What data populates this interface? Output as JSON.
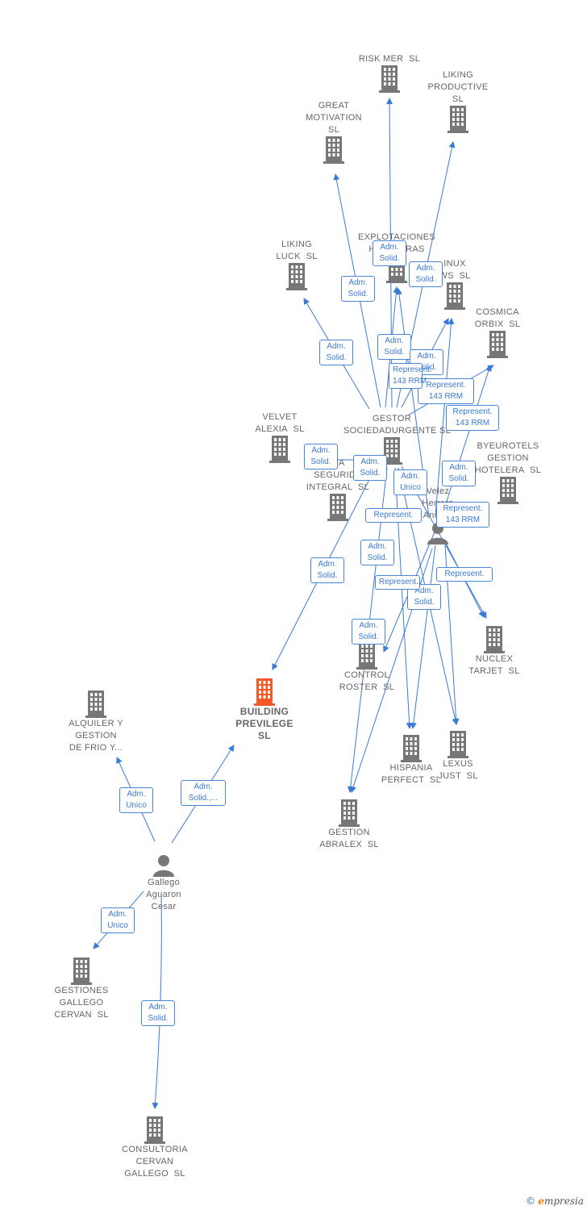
{
  "colors": {
    "edge": "#3a7bd5",
    "building": "#777777",
    "center_building": "#f15a24",
    "person": "#777777",
    "label": "#666666"
  },
  "nodes": [
    {
      "id": "risk",
      "type": "company",
      "label": "RISK MER  SL"
    },
    {
      "id": "likingprod",
      "type": "company",
      "label": "LIKING PRODUCTIVE SL"
    },
    {
      "id": "great",
      "type": "company",
      "label": "GREAT MOTIVATION SL"
    },
    {
      "id": "explot",
      "type": "company",
      "label": "EXPLOTACIONES HOTELERAS"
    },
    {
      "id": "likingluck",
      "type": "company",
      "label": "LIKING LUCK  SL"
    },
    {
      "id": "inux",
      "type": "company",
      "label": "INUX WS  SL"
    },
    {
      "id": "cosmica",
      "type": "company",
      "label": "COSMICA ORBIX  SL"
    },
    {
      "id": "gestor",
      "type": "company",
      "label": "GESTOR SOCIEDADURGENTE SL"
    },
    {
      "id": "velvet",
      "type": "company",
      "label": "VELVET ALEXIA  SL"
    },
    {
      "id": "seguridad",
      "type": "company",
      "label": "LIA SEGURIDA INTEGRAL  SL"
    },
    {
      "id": "byeurotels",
      "type": "company",
      "label": "BYEUROTELS GESTION HOTELERA  SL"
    },
    {
      "id": "person2",
      "type": "person",
      "label": "Velez Herrera Andres"
    },
    {
      "id": "building",
      "type": "company",
      "label": "BUILDING PREVILEGE SL",
      "center": true
    },
    {
      "id": "control",
      "type": "company",
      "label": "CONTROL ROSTER  SL"
    },
    {
      "id": "nuclex",
      "type": "company",
      "label": "NUCLEX TARJET  SL"
    },
    {
      "id": "hispania",
      "type": "company",
      "label": "HISPANIA PERFECT  SL"
    },
    {
      "id": "lexus",
      "type": "company",
      "label": "LEXUS JUST  SL"
    },
    {
      "id": "alquiler",
      "type": "company",
      "label": "ALQUILER Y GESTION DE FRIO Y..."
    },
    {
      "id": "abralex",
      "type": "company",
      "label": "GESTION ABRALEX  SL"
    },
    {
      "id": "gallego",
      "type": "person",
      "label": "Gallego Aguaron Cesar"
    },
    {
      "id": "gestiones",
      "type": "company",
      "label": "GESTIONES GALLEGO CERVAN  SL"
    },
    {
      "id": "consultoria",
      "type": "company",
      "label": "CONSULTORIA CERVAN GALLEGO  SL"
    }
  ],
  "edges": [
    {
      "from": "gallego",
      "to": "building",
      "label": "Adm. Solid.,..."
    },
    {
      "from": "gallego",
      "to": "alquiler",
      "label": "Adm. Unico"
    },
    {
      "from": "gallego",
      "to": "gestiones",
      "label": "Adm. Unico"
    },
    {
      "from": "gallego",
      "to": "consultoria",
      "label": "Adm. Solid."
    },
    {
      "from": "gestor",
      "to": "building",
      "label": "Adm. Solid."
    },
    {
      "from": "gestor",
      "to": "likingluck",
      "label": "Adm. Solid."
    },
    {
      "from": "gestor",
      "to": "great",
      "label": "Adm. Solid."
    },
    {
      "from": "gestor",
      "to": "risk",
      "label": "Adm. Solid."
    },
    {
      "from": "gestor",
      "to": "likingprod",
      "label": "Adm. Solid."
    },
    {
      "from": "gestor",
      "to": "explot",
      "label": "Adm. Solid."
    },
    {
      "from": "gestor",
      "to": "inux",
      "label": "Adm. Solid."
    },
    {
      "from": "gestor",
      "to": "cosmica",
      "label": "Represent. 143 RRM"
    },
    {
      "from": "gestor",
      "to": "velvet",
      "label": "Adm. Solid."
    },
    {
      "from": "gestor",
      "to": "abralex",
      "label": "Adm. Solid."
    },
    {
      "from": "gestor",
      "to": "hispania",
      "label": "Adm. Solid."
    },
    {
      "from": "gestor",
      "to": "lexus",
      "label": "Adm. Solid."
    },
    {
      "from": "gestor",
      "to": "nuclex",
      "label": "Represent."
    },
    {
      "from": "person2",
      "to": "explot",
      "label": "Represent. 143 RRM"
    },
    {
      "from": "person2",
      "to": "inux",
      "label": "Represent. 143 RRM"
    },
    {
      "from": "person2",
      "to": "cosmica",
      "label": "Adm. Solid."
    },
    {
      "from": "person2",
      "to": "control",
      "label": "Adm. Unico"
    },
    {
      "from": "person2",
      "to": "nuclex",
      "label": "Represent. 143 RRM"
    },
    {
      "from": "person2",
      "to": "hispania",
      "label": "Represent."
    },
    {
      "from": "person2",
      "to": "lexus",
      "label": "Represent."
    },
    {
      "from": "person2",
      "to": "abralex",
      "label": "Adm. Solid."
    },
    {
      "from": "person2",
      "to": "seguridad",
      "label": "Represent."
    }
  ],
  "footer": {
    "copyright": "©",
    "brand_rest": "mpresia",
    "brand_e": "e"
  }
}
